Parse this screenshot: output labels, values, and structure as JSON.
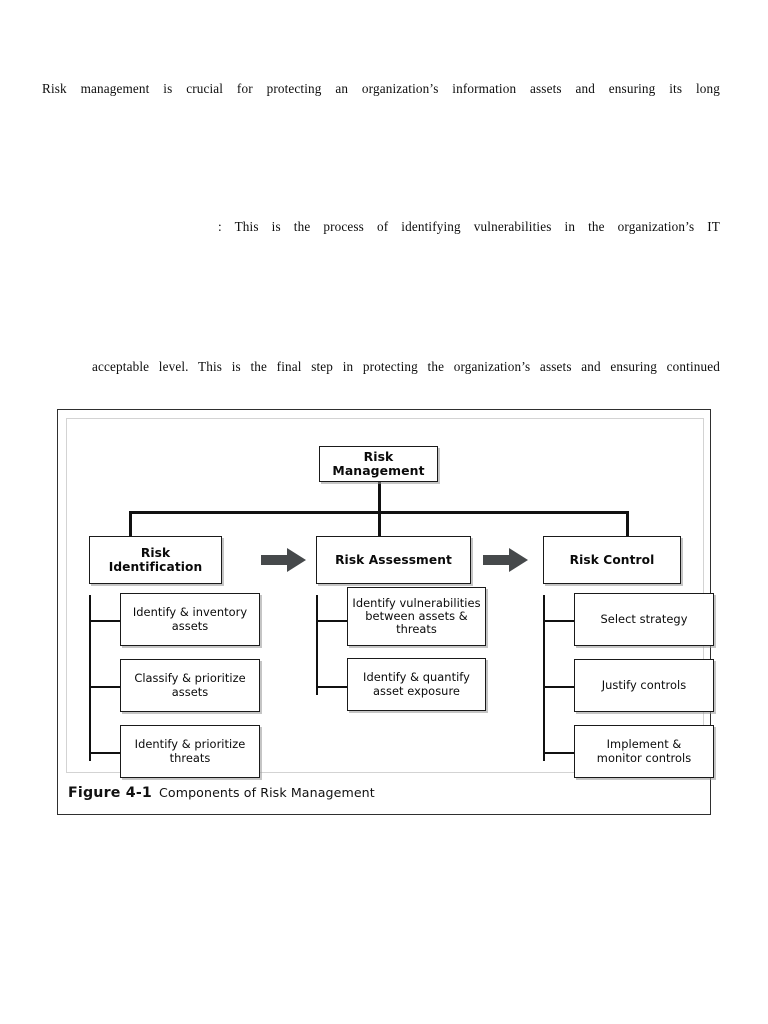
{
  "document": {
    "body_lines": [
      "Risk management is crucial for protecting an organization’s information assets and ensuring its long",
      ": This is the process of identifying vulnerabilities in the organization’s IT",
      "acceptable level. This is the final step in protecting the organization’s assets and ensuring continued"
    ]
  },
  "figure": {
    "caption_label": "Figure 4-1",
    "caption_title": "Components of Risk Management",
    "colors": {
      "node_border": "#1a1a1a",
      "connector": "#111111",
      "arrow_fill": "#46494b",
      "outer_frame": "#2f2f2f",
      "inner_frame": "#d3d3d3",
      "background": "#ffffff"
    },
    "root": {
      "label": "Risk Management"
    },
    "arrows": [
      {
        "name": "arrow-identification-to-assessment",
        "direction": "right"
      },
      {
        "name": "arrow-assessment-to-control",
        "direction": "right"
      }
    ],
    "branches": [
      {
        "key": "risk-identification",
        "label": "Risk\nIdentification",
        "label_lines": [
          "Risk",
          "Identification"
        ],
        "children": [
          {
            "label_lines": [
              "Identify & inventory",
              "assets"
            ]
          },
          {
            "label_lines": [
              "Classify & prioritize",
              "assets"
            ]
          },
          {
            "label_lines": [
              "Identify & prioritize",
              "threats"
            ]
          }
        ]
      },
      {
        "key": "risk-assessment",
        "label": "Risk Assessment",
        "label_lines": [
          "Risk Assessment"
        ],
        "children": [
          {
            "label_lines": [
              "Identify vulnerabilities",
              "between assets &",
              "threats"
            ]
          },
          {
            "label_lines": [
              "Identify & quantify",
              "asset exposure"
            ]
          }
        ]
      },
      {
        "key": "risk-control",
        "label": "Risk Control",
        "label_lines": [
          "Risk Control"
        ],
        "children": [
          {
            "label_lines": [
              "Select strategy"
            ]
          },
          {
            "label_lines": [
              "Justify controls"
            ]
          },
          {
            "label_lines": [
              "Implement &",
              "monitor controls"
            ]
          }
        ]
      }
    ]
  }
}
